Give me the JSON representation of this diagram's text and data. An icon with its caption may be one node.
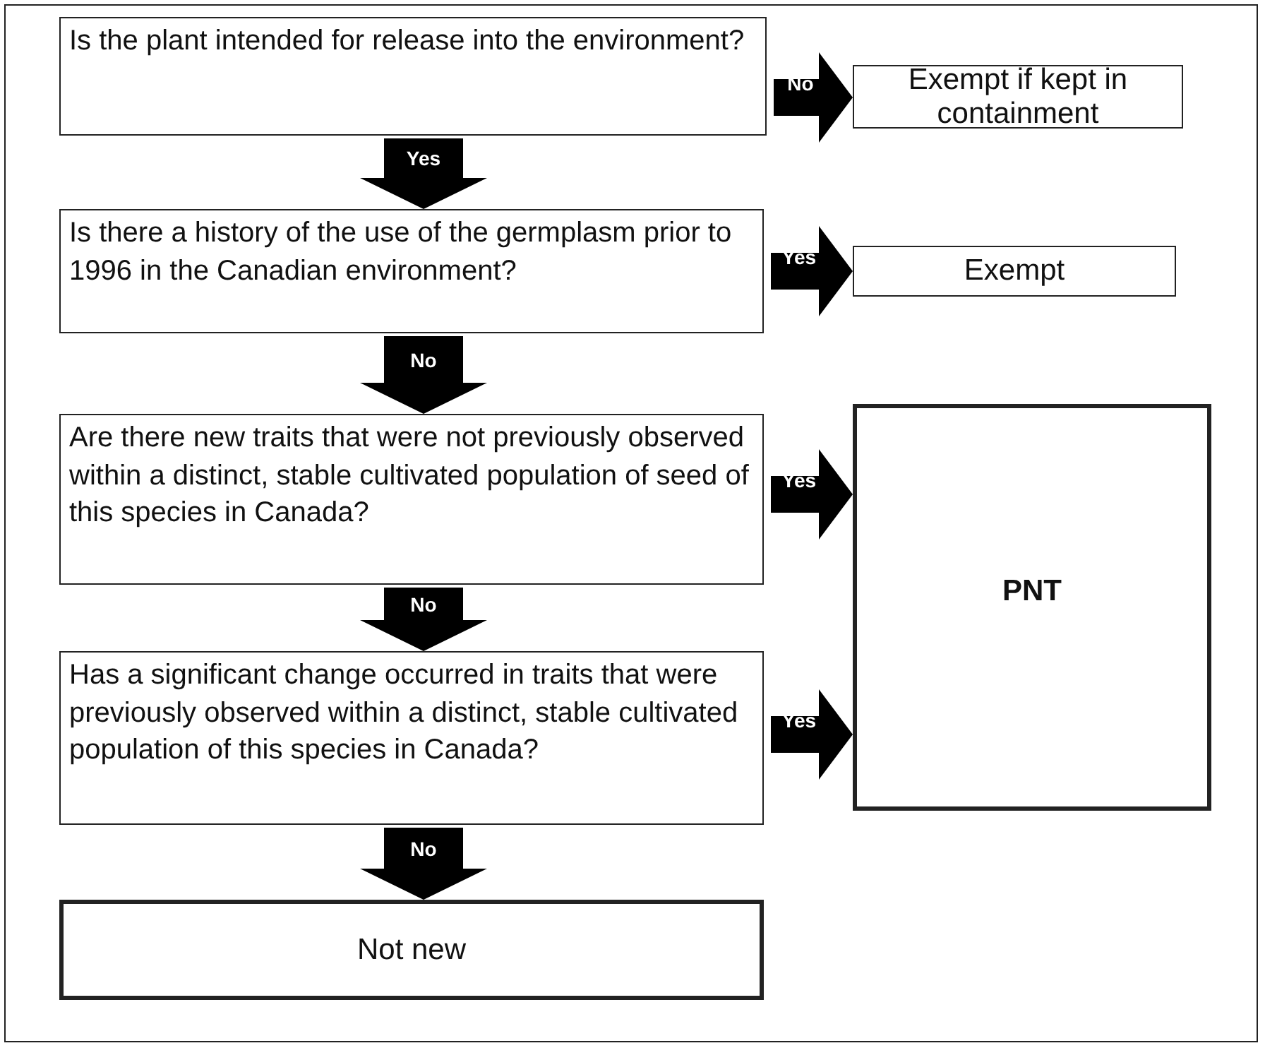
{
  "diagram": {
    "nodes": [
      {
        "text": [
          "Is the plant intended for release into the environment?"
        ]
      },
      {
        "text": [
          "Exempt if kept in containment"
        ]
      },
      {
        "text": [
          "Is there a history of the use of the germplasm prior to 1996 in the Canadian environment?"
        ]
      },
      {
        "text": [
          "Exempt"
        ]
      },
      {
        "text": [
          "Are there new traits that were not previously observed within a distinct, stable cultivated population of seed of this species in Canada?"
        ]
      },
      {
        "text": [
          "PNT"
        ]
      },
      {
        "text": [
          "Has a significant change occurred in traits that were previously observed within a distinct, stable cultivated population of this species in Canada?"
        ]
      },
      {
        "text": [
          "Not new"
        ]
      }
    ],
    "edges": [
      {
        "from": 0,
        "to": 1,
        "arrow": "to",
        "label": "No"
      },
      {
        "from": 0,
        "to": 2,
        "arrow": "to",
        "label": "Yes"
      },
      {
        "from": 2,
        "to": 3,
        "arrow": "to",
        "label": "Yes"
      },
      {
        "from": 2,
        "to": 4,
        "arrow": "to",
        "label": "No"
      },
      {
        "from": 4,
        "to": 5,
        "arrow": "to",
        "label": "Yes"
      },
      {
        "from": 4,
        "to": 6,
        "arrow": "to",
        "label": "No"
      },
      {
        "from": 6,
        "to": 5,
        "arrow": "to",
        "label": "Yes"
      },
      {
        "from": 6,
        "to": 7,
        "arrow": "to",
        "label": "No"
      }
    ]
  }
}
